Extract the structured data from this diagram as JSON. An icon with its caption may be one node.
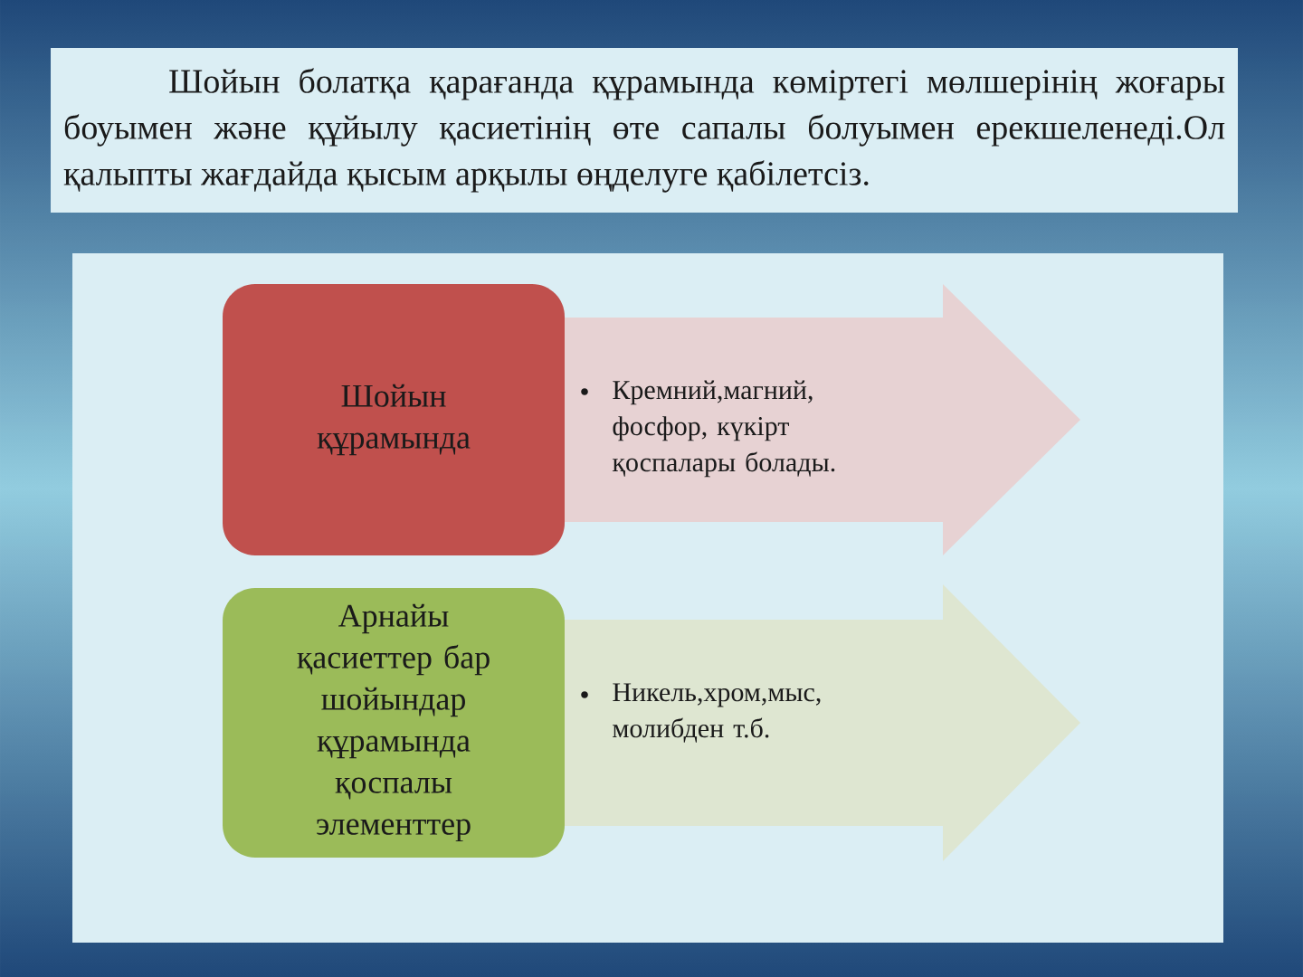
{
  "diagram": {
    "nodes": [
      {
        "text": [
          "Шойын болатқа қарағанда құрамында көміртегі мөлшерінің жоғары боуымен және құйылу қасиетінің өте сапалы болуымен ерекшеленеді.Ол қалыпты жағдайда қысым арқылы өңделуге қабілетсіз."
        ]
      },
      {
        "text": [],
        "shape": "box"
      },
      {
        "text": [
          "Шойын құрамында"
        ],
        "in": 1
      },
      {
        "text": [
          "Кремний,магний, фосфор, күкірт қоспалары болады."
        ],
        "in": 1
      },
      {
        "text": [
          "Арнайы қасиеттер бар шойындар құрамында қоспалы элементтер"
        ],
        "in": 1
      },
      {
        "text": [
          "Никель,хром,мыс, молибден т.б."
        ],
        "in": 1
      }
    ]
  }
}
